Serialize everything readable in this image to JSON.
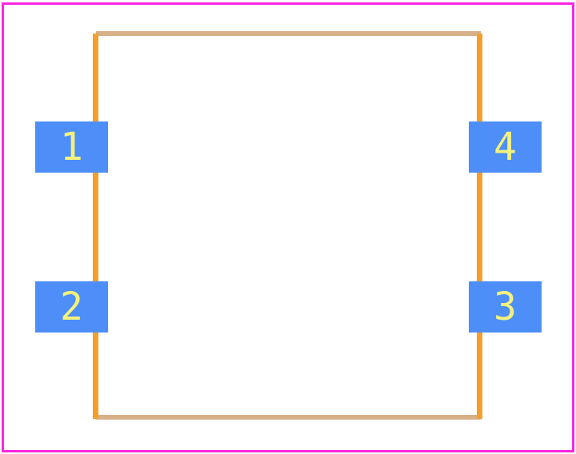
{
  "footprint": {
    "pads": [
      {
        "number": "1"
      },
      {
        "number": "2"
      },
      {
        "number": "3"
      },
      {
        "number": "4"
      }
    ]
  },
  "colors": {
    "courtyard": "#ff26e2",
    "silkscreen": "#f59f2a",
    "silkscreen_edge": "#d8b088",
    "pad_fill": "#4d8ef8",
    "pad_label": "#f4f27d",
    "background": "#ffffff"
  }
}
